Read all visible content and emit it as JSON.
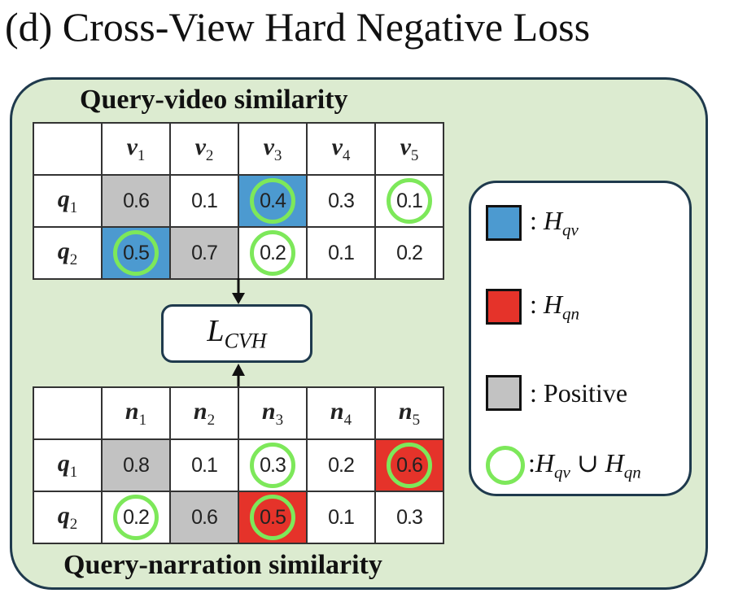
{
  "title": "(d) Cross-View Hard Negative Loss",
  "top_caption": "Query-video similarity",
  "bottom_caption": "Query-narration similarity",
  "loss_label": {
    "main": "L",
    "sub": "CVH"
  },
  "colors": {
    "panel_bg": "#dcebd0",
    "hqv": "#4c9ad0",
    "hqn": "#e5332a",
    "positive": "#c2c2c2",
    "ring": "#7de85a"
  },
  "video_table": {
    "columns": [
      {
        "base": "v",
        "sub": "1"
      },
      {
        "base": "v",
        "sub": "2"
      },
      {
        "base": "v",
        "sub": "3"
      },
      {
        "base": "v",
        "sub": "4"
      },
      {
        "base": "v",
        "sub": "5"
      }
    ],
    "rows": [
      {
        "label": {
          "base": "q",
          "sub": "1"
        },
        "cells": [
          {
            "value": "0.6",
            "fill": "positive",
            "ring": false
          },
          {
            "value": "0.1",
            "fill": "none",
            "ring": false
          },
          {
            "value": "0.4",
            "fill": "hqv",
            "ring": true
          },
          {
            "value": "0.3",
            "fill": "none",
            "ring": false
          },
          {
            "value": "0.1",
            "fill": "none",
            "ring": true
          }
        ]
      },
      {
        "label": {
          "base": "q",
          "sub": "2"
        },
        "cells": [
          {
            "value": "0.5",
            "fill": "hqv",
            "ring": true
          },
          {
            "value": "0.7",
            "fill": "positive",
            "ring": false
          },
          {
            "value": "0.2",
            "fill": "none",
            "ring": true
          },
          {
            "value": "0.1",
            "fill": "none",
            "ring": false
          },
          {
            "value": "0.2",
            "fill": "none",
            "ring": false
          }
        ]
      }
    ]
  },
  "narration_table": {
    "columns": [
      {
        "base": "n",
        "sub": "1"
      },
      {
        "base": "n",
        "sub": "2"
      },
      {
        "base": "n",
        "sub": "3"
      },
      {
        "base": "n",
        "sub": "4"
      },
      {
        "base": "n",
        "sub": "5"
      }
    ],
    "rows": [
      {
        "label": {
          "base": "q",
          "sub": "1"
        },
        "cells": [
          {
            "value": "0.8",
            "fill": "positive",
            "ring": false
          },
          {
            "value": "0.1",
            "fill": "none",
            "ring": false
          },
          {
            "value": "0.3",
            "fill": "none",
            "ring": true
          },
          {
            "value": "0.2",
            "fill": "none",
            "ring": false
          },
          {
            "value": "0.6",
            "fill": "hqn",
            "ring": true
          }
        ]
      },
      {
        "label": {
          "base": "q",
          "sub": "2"
        },
        "cells": [
          {
            "value": "0.2",
            "fill": "none",
            "ring": true
          },
          {
            "value": "0.6",
            "fill": "positive",
            "ring": false
          },
          {
            "value": "0.5",
            "fill": "hqn",
            "ring": true
          },
          {
            "value": "0.1",
            "fill": "none",
            "ring": false
          },
          {
            "value": "0.3",
            "fill": "none",
            "ring": false
          }
        ]
      }
    ]
  },
  "legend": {
    "hqv": {
      "prefix": ": ",
      "base": "H",
      "sub": "qv"
    },
    "hqn": {
      "prefix": ": ",
      "base": "H",
      "sub": "qn"
    },
    "positive": {
      "text": ": Positive"
    },
    "union": {
      "prefix": ":",
      "a_base": "H",
      "a_sub": "qv",
      "op": " ∪ ",
      "b_base": "H",
      "b_sub": "qn"
    }
  }
}
